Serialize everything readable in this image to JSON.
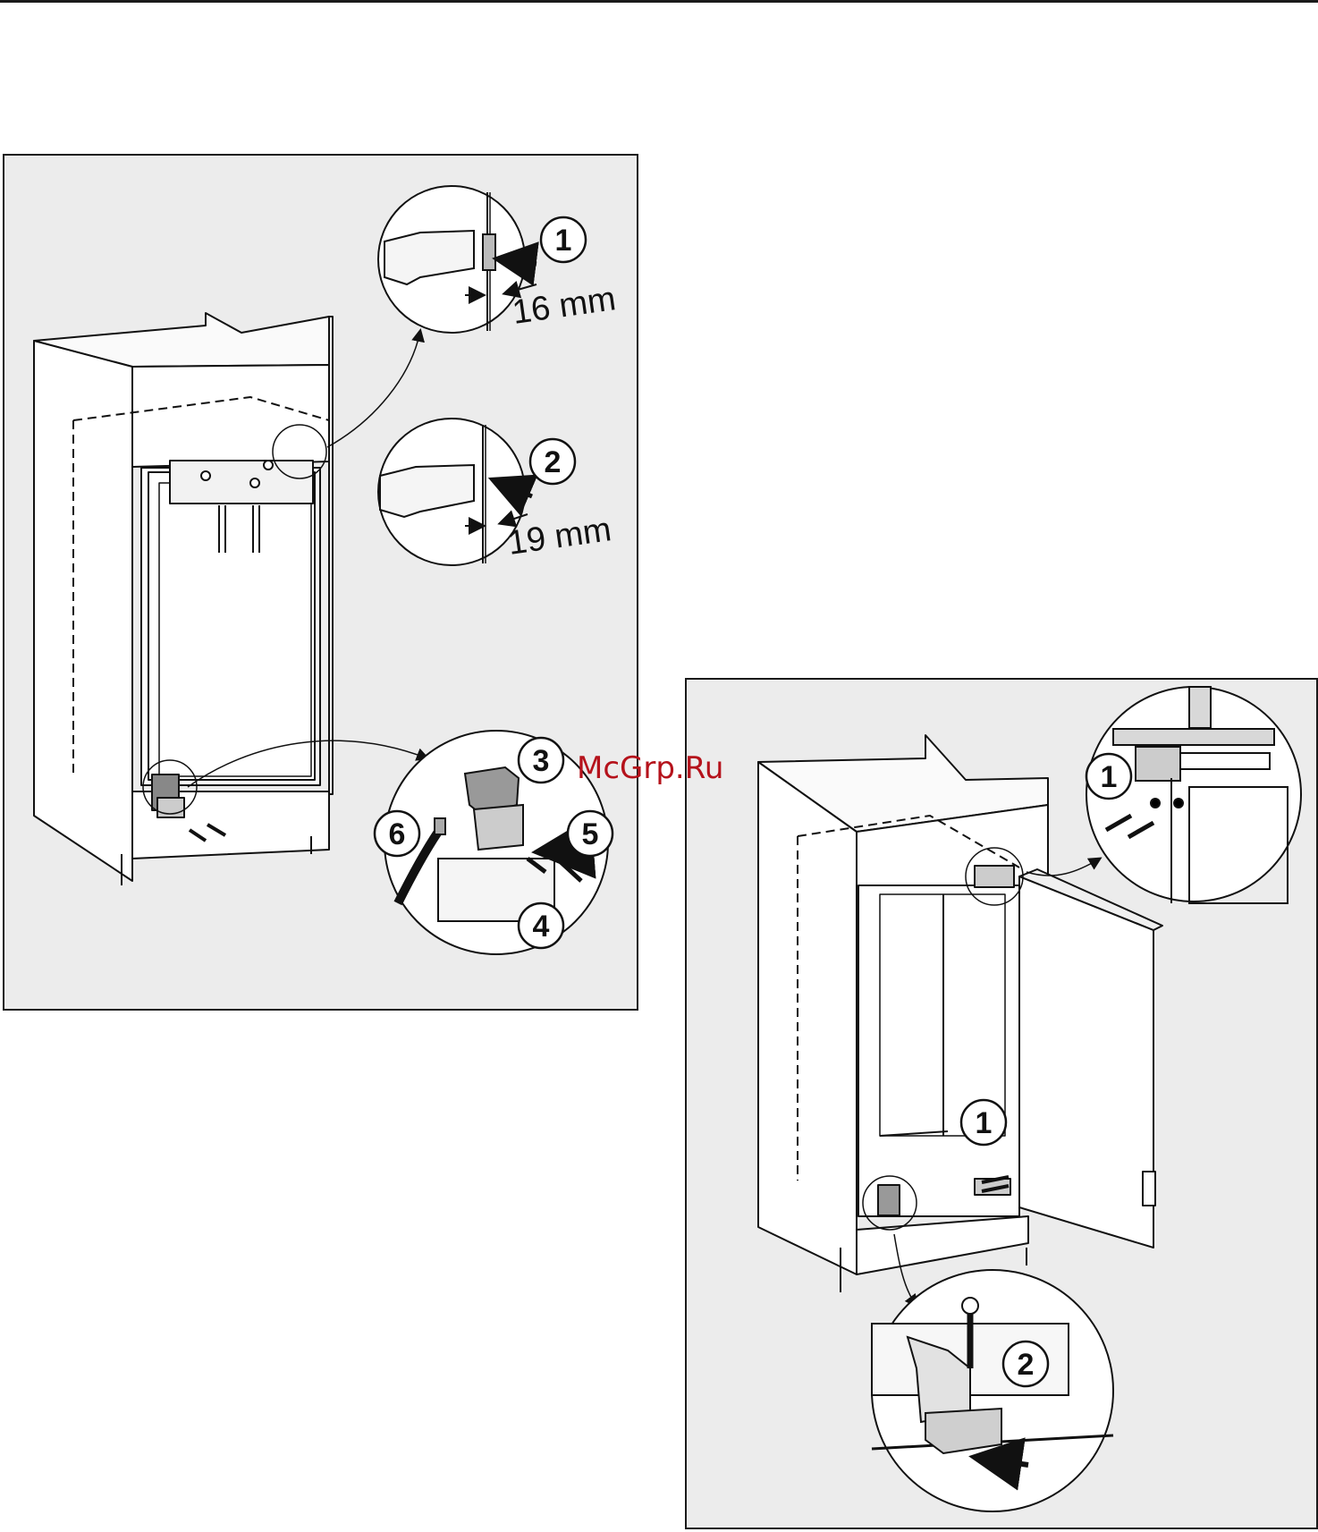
{
  "watermark": "McGrp.Ru",
  "left_figure": {
    "callouts": {
      "c1": "1",
      "c2": "2",
      "c3": "3",
      "c4": "4",
      "c5": "5",
      "c6": "6"
    },
    "dimensions": {
      "top": "16 mm",
      "middle": "19 mm"
    }
  },
  "right_figure": {
    "callouts": {
      "top_detail": "1",
      "cabinet": "1",
      "bottom_detail": "2"
    }
  }
}
